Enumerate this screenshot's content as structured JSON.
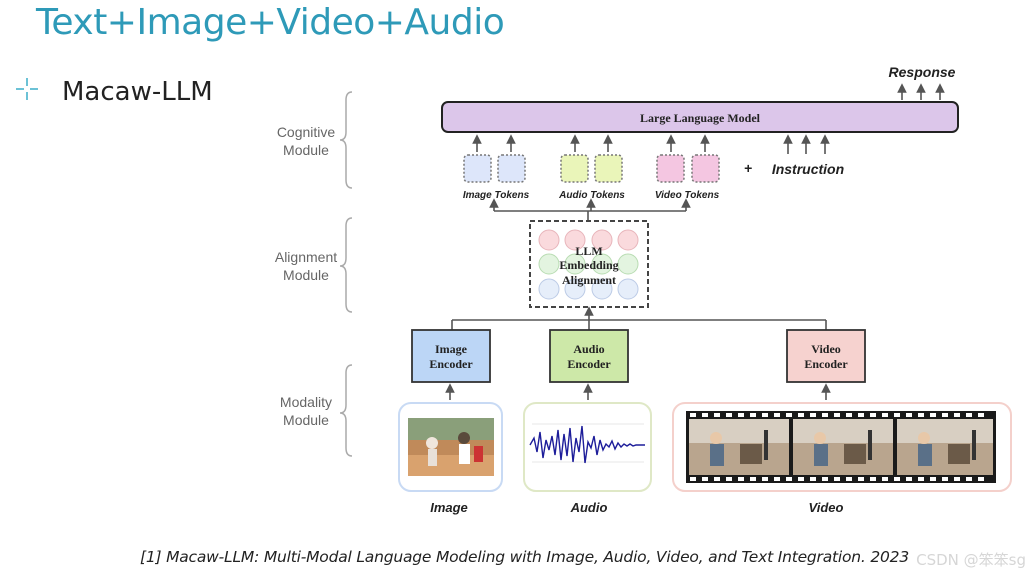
{
  "slide": {
    "title": "Text+Image+Video+Audio",
    "bullet_icon": "sparkle-cross-icon",
    "bullet_text": "Macaw-LLM"
  },
  "diagram": {
    "modules": {
      "cognitive": [
        "Cognitive",
        "Module"
      ],
      "alignment": [
        "Alignment",
        "Module"
      ],
      "modality": [
        "Modality",
        "Module"
      ]
    },
    "llm_label": "Large Language Model",
    "response_label": "Response",
    "instruction_label": "Instruction",
    "plus_sign": "+",
    "tokens": {
      "image": "Image Tokens",
      "audio": "Audio Tokens",
      "video": "Video Tokens"
    },
    "alignment_box": [
      "LLM",
      "Embedding",
      "Alignment"
    ],
    "encoders": {
      "image": [
        "Image",
        "Encoder"
      ],
      "audio": [
        "Audio",
        "Encoder"
      ],
      "video": [
        "Video",
        "Encoder"
      ]
    },
    "inputs": {
      "image": "Image",
      "audio": "Audio",
      "video": "Video"
    },
    "colors": {
      "llm_fill": "#dcc6ea",
      "image_encoder": "#bcd6f6",
      "audio_encoder": "#cde8a8",
      "video_encoder": "#f6d2cf",
      "image_token": "#dde6fa",
      "audio_token": "#eaf5b9",
      "video_token": "#f4c6e1"
    }
  },
  "footnote": "[1] Macaw-LLM: Multi-Modal Language Modeling with Image, Audio, Video, and Text Integration. 2023",
  "watermark": "CSDN @笨笨sg"
}
